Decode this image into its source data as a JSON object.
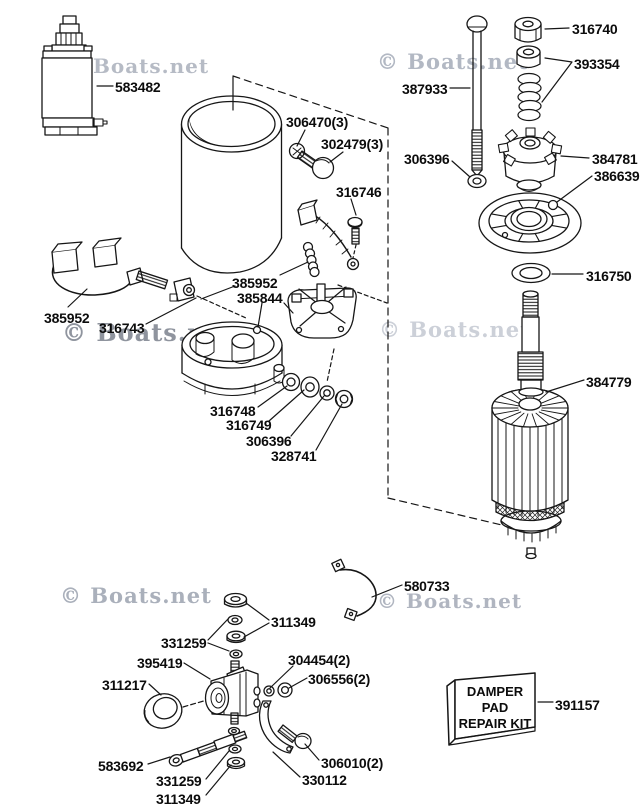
{
  "watermark_text": "© Boats.net",
  "damper_kit": {
    "line1": "DAMPER",
    "line2": "PAD",
    "line3": "REPAIR KIT"
  },
  "labels": [
    {
      "text": "583482"
    },
    {
      "text": "306470(3)"
    },
    {
      "text": "302479(3)"
    },
    {
      "text": "316746"
    },
    {
      "text": "385952"
    },
    {
      "text": "385844"
    },
    {
      "text": "385952"
    },
    {
      "text": "316743"
    },
    {
      "text": "316748"
    },
    {
      "text": "316749"
    },
    {
      "text": "306396"
    },
    {
      "text": "328741"
    },
    {
      "text": "387933"
    },
    {
      "text": "306396"
    },
    {
      "text": "316740"
    },
    {
      "text": "393354"
    },
    {
      "text": "384781"
    },
    {
      "text": "386639"
    },
    {
      "text": "316750"
    },
    {
      "text": "384779"
    },
    {
      "text": "580733"
    },
    {
      "text": "311349"
    },
    {
      "text": "331259"
    },
    {
      "text": "395419"
    },
    {
      "text": "311217"
    },
    {
      "text": "304454(2)"
    },
    {
      "text": "306556(2)"
    },
    {
      "text": "583692"
    },
    {
      "text": "331259"
    },
    {
      "text": "311349"
    },
    {
      "text": "306010(2)"
    },
    {
      "text": "330112"
    },
    {
      "text": "391157"
    }
  ]
}
